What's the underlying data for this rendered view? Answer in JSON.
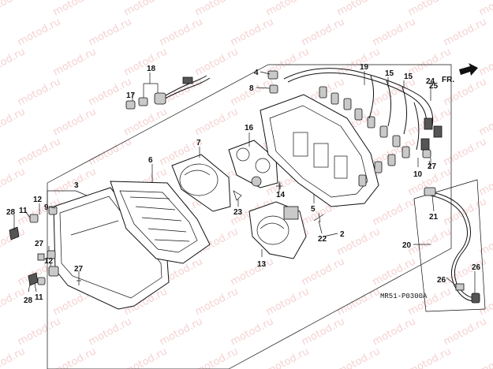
{
  "watermark": "motod.ru",
  "direction_label": "FR.",
  "diagram_code": "MR51-P0300A",
  "callouts": [
    "2",
    "3",
    "4",
    "5",
    "6",
    "7",
    "8",
    "9",
    "10",
    "11",
    "12",
    "13",
    "14",
    "15",
    "16",
    "17",
    "18",
    "19",
    "20",
    "21",
    "22",
    "23",
    "24",
    "25",
    "26",
    "27",
    "28"
  ]
}
